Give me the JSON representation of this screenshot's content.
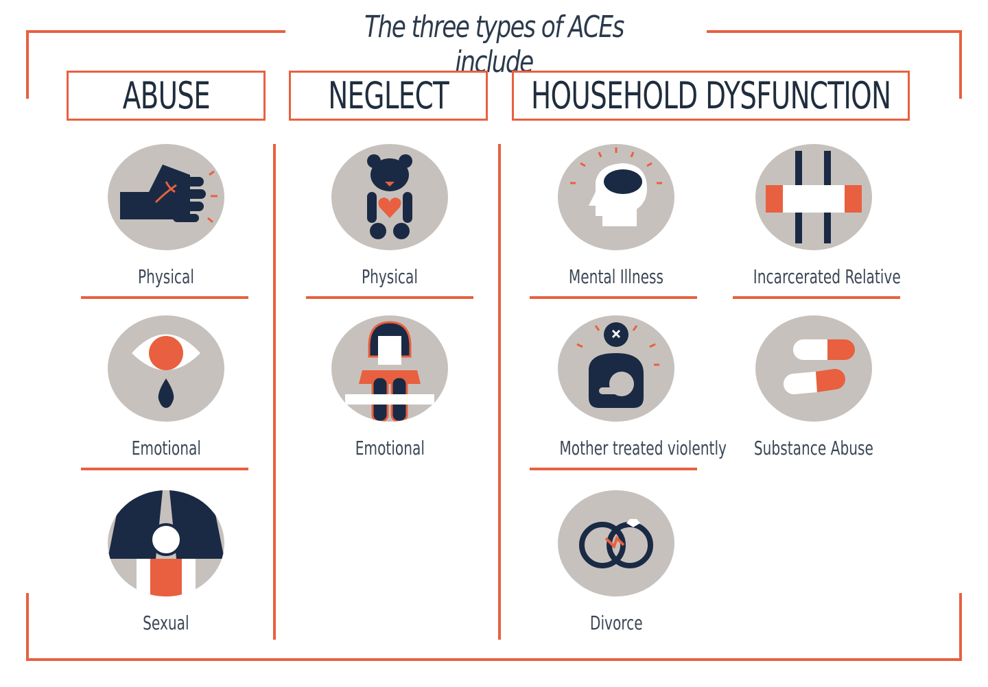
{
  "title": "The three types of ACEs include",
  "colors": {
    "accent": "#e8603f",
    "navy": "#1a2a44",
    "circle": "#c7c1bd",
    "text": "#3b4756"
  },
  "categories": [
    {
      "label": "ABUSE",
      "items": [
        {
          "label": "Physical",
          "icon": "fist-icon"
        },
        {
          "label": "Emotional",
          "icon": "crying-eye-icon"
        },
        {
          "label": "Sexual",
          "icon": "child-curtain-icon"
        }
      ]
    },
    {
      "label": "NEGLECT",
      "items": [
        {
          "label": "Physical",
          "icon": "teddy-bear-icon"
        },
        {
          "label": "Emotional",
          "icon": "sad-child-icon"
        }
      ]
    },
    {
      "label": "HOUSEHOLD DYSFUNCTION",
      "items": [
        {
          "label": "Mental Illness",
          "icon": "brain-head-icon"
        },
        {
          "label": "Incarcerated Relative",
          "icon": "prison-bars-hands-icon"
        },
        {
          "label": "Mother treated violently",
          "icon": "mother-child-icon"
        },
        {
          "label": "Substance Abuse",
          "icon": "pills-icon"
        },
        {
          "label": "Divorce",
          "icon": "broken-rings-icon"
        }
      ]
    }
  ]
}
